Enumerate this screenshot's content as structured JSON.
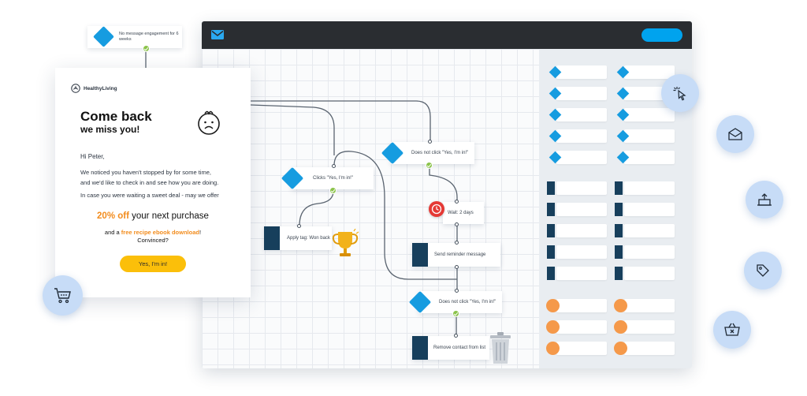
{
  "trigger": {
    "text": "No message engagement for 6 weeks",
    "icon": "tag-icon"
  },
  "email": {
    "brand": "HealthyLiving",
    "heading1": "Come back",
    "heading2": "we miss you!",
    "greeting": "Hi Peter,",
    "line1": "We noticed you haven't stopped by for some time,",
    "line2": "and we'd like to check in and see how you are doing.",
    "line3": "In case you were waiting a sweet deal - may we offer",
    "offer_highlight": "20% off",
    "offer_rest": " your next purchase",
    "ebook_prefix": "and a ",
    "ebook_highlight": "free recipe ebook download",
    "ebook_suffix": "!",
    "convinced": "Convinced?",
    "cta": "Yes, I'm in!"
  },
  "flow": {
    "clicks": "Clicks \"Yes, I'm in!\"",
    "does_not_click_1": "Does not click \"Yes, I'm in!\"",
    "wait": "Wait: 2 days",
    "apply_tag": "Apply tag: Won back",
    "send_reminder": "Send reminder message",
    "does_not_click_2": "Does not click \"Yes, I'm in!\"",
    "remove_contact": "Remove contact from list"
  },
  "colors": {
    "accent_blue": "#169ce0",
    "navy": "#173f5c",
    "orange": "#f5994a",
    "yellow_button": "#fbbf0a",
    "offer_orange": "#f28c1d",
    "success_green": "#8bc34a",
    "wait_red": "#e53935",
    "topbar": "#2a2d31",
    "circle_bg": "#c7dcf7"
  },
  "floating_icons": [
    "cursor-click-icon",
    "envelope-open-icon",
    "cake-icon",
    "price-tag-icon",
    "basket-x-icon",
    "shopping-cart-icon"
  ]
}
